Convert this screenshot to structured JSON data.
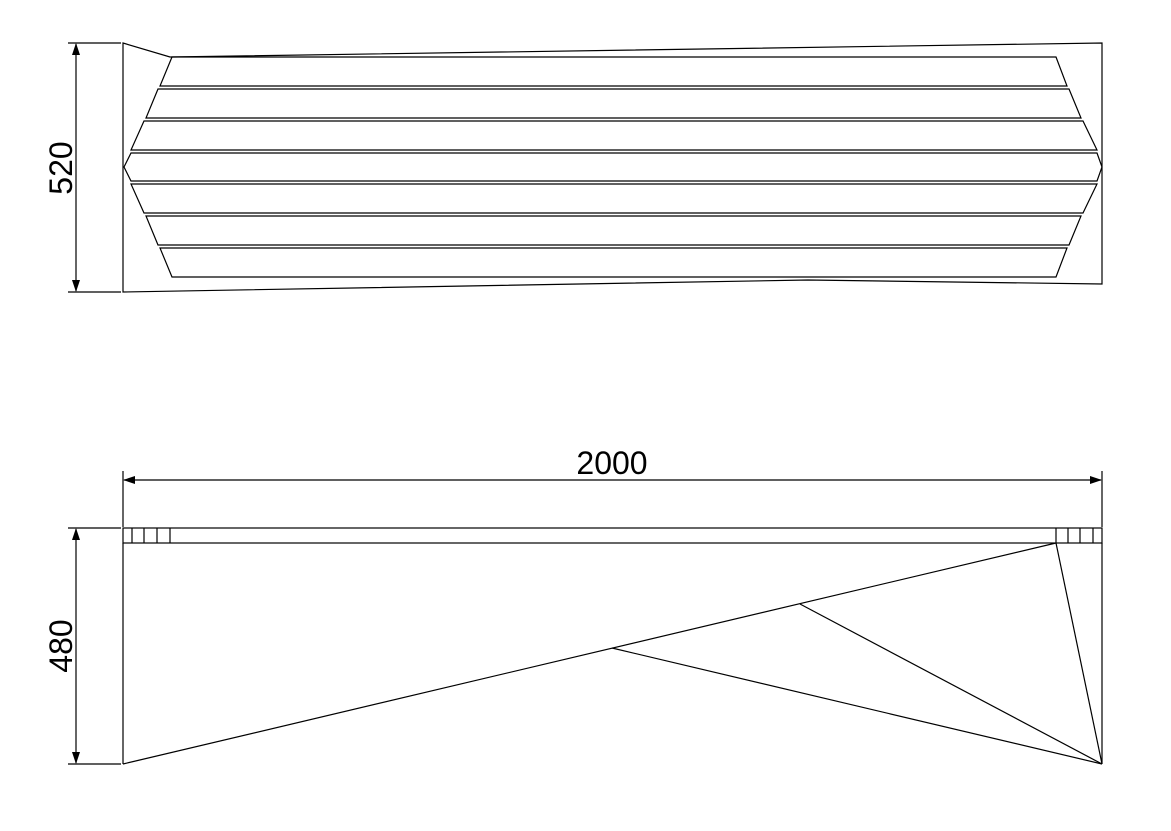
{
  "drawing": {
    "top_view": {
      "height_dimension": "520"
    },
    "side_view": {
      "width_dimension": "2000",
      "height_dimension": "480"
    }
  }
}
